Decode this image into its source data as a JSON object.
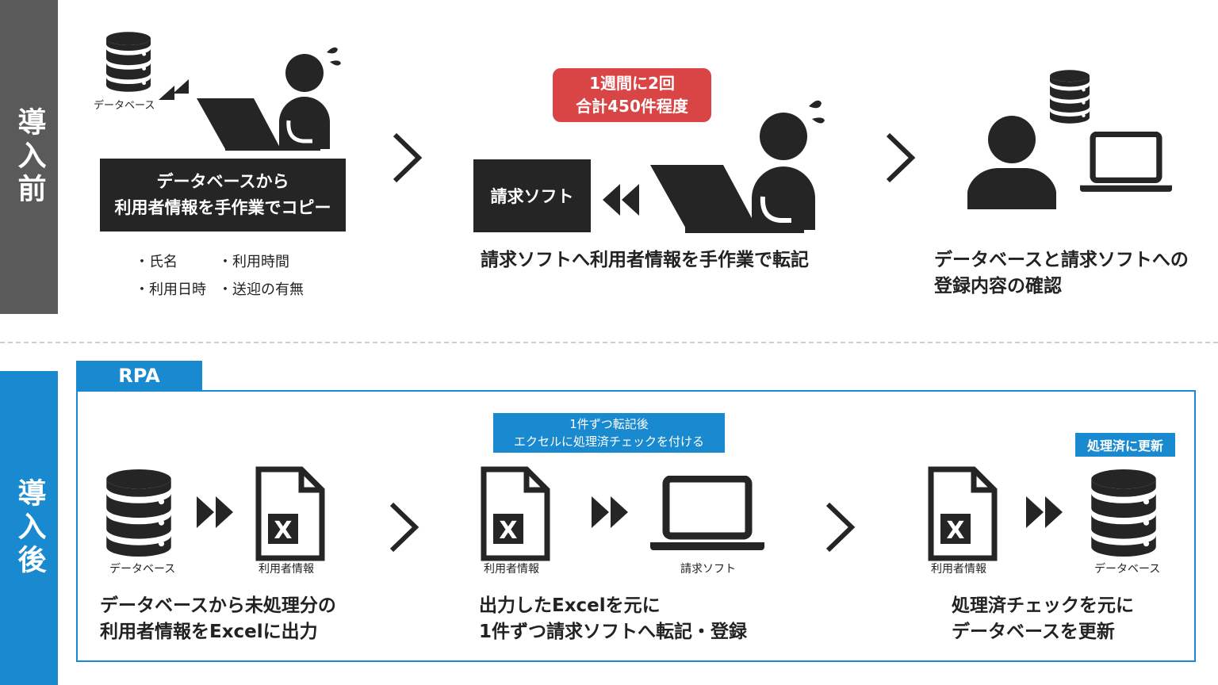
{
  "before": {
    "side_label": "導入前",
    "db_label": "データベース",
    "box1": [
      "データベースから",
      "利用者情報を手作業でコピー"
    ],
    "fields": [
      "・氏名",
      "・利用時間",
      "・利用日時",
      "・送迎の有無"
    ],
    "badge": [
      "1週間に2回",
      "合計450件程度"
    ],
    "soft_box": "請求ソフト",
    "caption2": "請求ソフトへ利用者情報を手作業で転記",
    "caption3": [
      "データベースと請求ソフトへの",
      "登録内容の確認"
    ]
  },
  "after": {
    "side_label": "導入後",
    "rpa_tab": "RPA",
    "step1": {
      "db_label": "データベース",
      "file_label": "利用者情報",
      "caption": [
        "データベースから未処理分の",
        "利用者情報をExcelに出力"
      ]
    },
    "step2": {
      "tag": [
        "1件ずつ転記後",
        "エクセルに処理済チェックを付ける"
      ],
      "file_label": "利用者情報",
      "soft_label": "請求ソフト",
      "caption": [
        "出力したExcelを元に",
        "1件ずつ請求ソフトへ転記・登録"
      ]
    },
    "step3": {
      "tag": "処理済に更新",
      "file_label": "利用者情報",
      "db_label": "データベース",
      "caption": [
        "処理済チェックを元に",
        "データベースを更新"
      ]
    },
    "excel_mark": "X"
  },
  "colors": {
    "dark_grey": "#5a5a5a",
    "blue": "#1a8ad0",
    "red": "#d94545",
    "black": "#252525"
  }
}
